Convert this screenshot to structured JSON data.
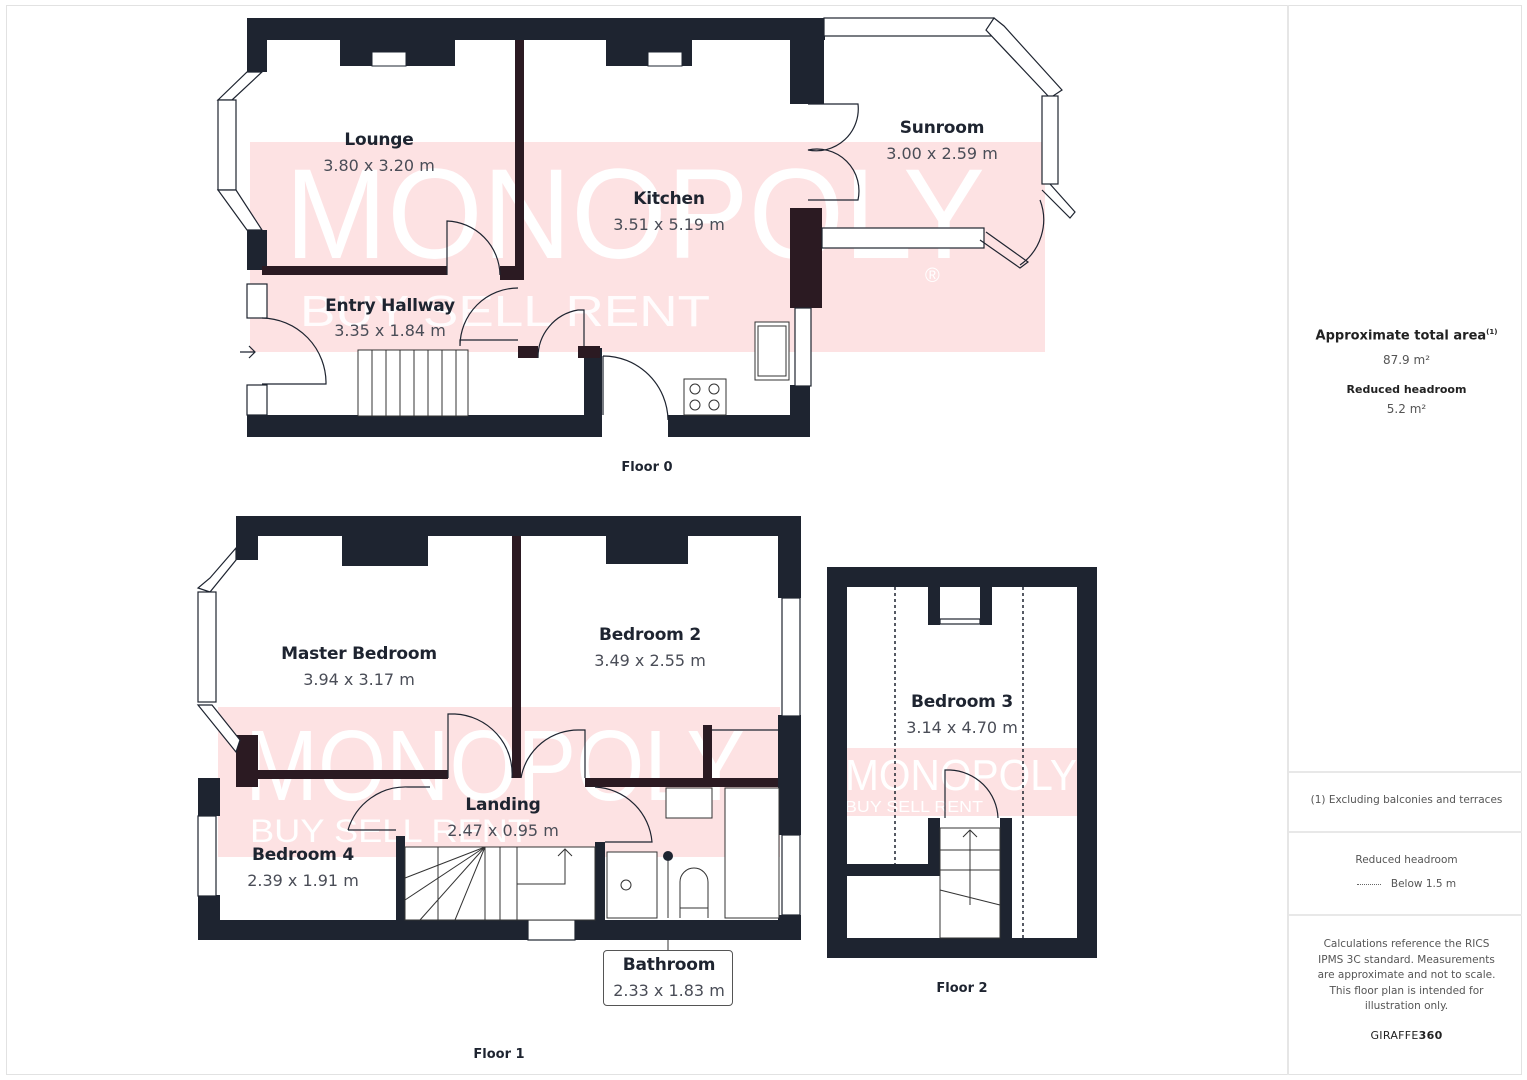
{
  "summary": {
    "total_area_label": "Approximate total area",
    "total_area_footnote_marker": "(1)",
    "total_area_value": "87.9 m²",
    "reduced_headroom_label": "Reduced headroom",
    "reduced_headroom_value": "5.2 m²"
  },
  "footnote": "(1) Excluding balconies and terraces",
  "legend": {
    "title": "Reduced headroom",
    "item_label": "Below 1.5 m"
  },
  "disclaimer": "Calculations reference the RICS IPMS 3C standard. Measurements are approximate and not to scale. This floor plan is intended for illustration only.",
  "brand": {
    "prefix": "GIRAFFE",
    "suffix": "360"
  },
  "watermark": {
    "text": "MONOPOLY",
    "tagline": "BUY • SELL • RENT",
    "mark": "®",
    "color": "#f9c9cb"
  },
  "colors": {
    "wall": "#1e2430",
    "wall_dark": "#2b1a22",
    "overlay": "#fde2e3",
    "text": "#1e2430",
    "dim_text": "#4a4d57"
  },
  "floors": [
    {
      "label": "Floor 0",
      "rooms": [
        {
          "name": "Lounge",
          "dims": "3.80 x 3.20 m"
        },
        {
          "name": "Kitchen",
          "dims": "3.51 x 5.19 m"
        },
        {
          "name": "Sunroom",
          "dims": "3.00 x 2.59 m"
        },
        {
          "name": "Entry Hallway",
          "dims": "3.35 x 1.84 m"
        }
      ]
    },
    {
      "label": "Floor 1",
      "rooms": [
        {
          "name": "Master Bedroom",
          "dims": "3.94 x 3.17 m"
        },
        {
          "name": "Bedroom 2",
          "dims": "3.49 x 2.55 m"
        },
        {
          "name": "Landing",
          "dims": "2.47 x 0.95 m"
        },
        {
          "name": "Bedroom 4",
          "dims": "2.39 x 1.91 m"
        },
        {
          "name": "Bathroom",
          "dims": "2.33 x 1.83 m"
        }
      ]
    },
    {
      "label": "Floor 2",
      "rooms": [
        {
          "name": "Bedroom 3",
          "dims": "3.14 x 4.70 m"
        }
      ]
    }
  ]
}
